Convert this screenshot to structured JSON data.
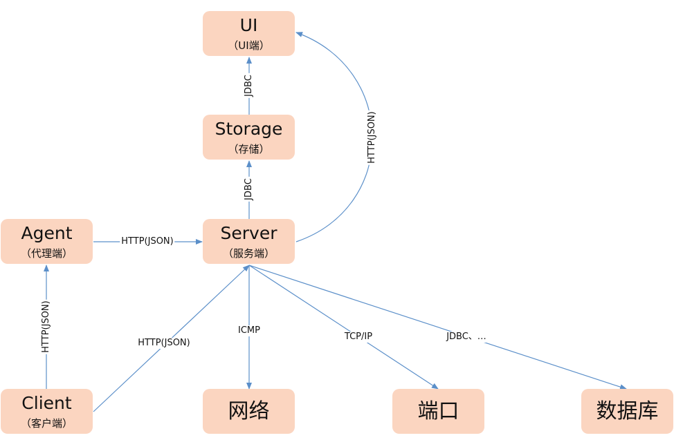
{
  "nodes": {
    "ui": {
      "title": "UI",
      "sub": "（UI端）"
    },
    "storage": {
      "title": "Storage",
      "sub": "（存储）"
    },
    "server": {
      "title": "Server",
      "sub": "（服务端）"
    },
    "agent": {
      "title": "Agent",
      "sub": "（代理端）"
    },
    "client": {
      "title": "Client",
      "sub": "（客户端）"
    },
    "network": {
      "title": "网络"
    },
    "port": {
      "title": "端口"
    },
    "database": {
      "title": "数据库"
    }
  },
  "edges": {
    "storage_ui": "JDBC",
    "server_storage": "JDBC",
    "server_ui": "HTTP(JSON)",
    "agent_server": "HTTP(JSON)",
    "client_agent": "HTTP(JSON)",
    "client_server": "HTTP(JSON)",
    "server_network": "ICMP",
    "server_port": "TCP/IP",
    "server_database": "JDBC、…"
  },
  "colors": {
    "node_fill": "#fbd5c0",
    "edge": "#5b8fc9"
  }
}
